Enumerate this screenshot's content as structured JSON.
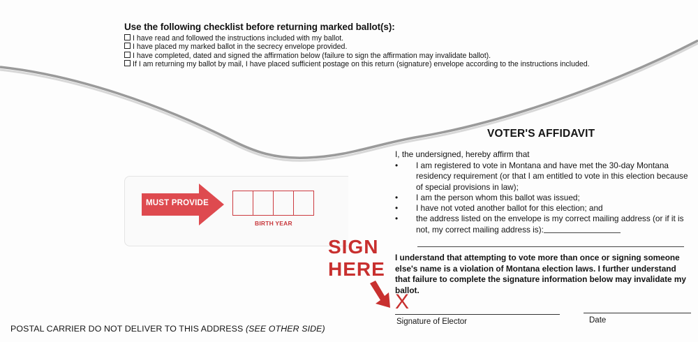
{
  "checklist": {
    "title": "Use the following checklist before returning marked ballot(s):",
    "items": [
      "I have read and followed the instructions included with my ballot.",
      "I have placed my marked ballot in the secrecy envelope provided.",
      "I have completed, dated and signed the affirmation below (failure to sign the affirmation may invalidate ballot).",
      "If I am returning my ballot by mail, I have placed sufficient postage on this return (signature) envelope according to the instructions included."
    ]
  },
  "affidavit": {
    "title": "VOTER'S AFFIDAVIT",
    "intro": "I, the undersigned, hereby affirm that",
    "bullet": "•",
    "items": [
      "I am registered to vote in Montana and have met the 30-day Montana residency requirement (or that I am entitled to vote in this election because of special provisions in law);",
      "I am the person whom this ballot was issued;",
      "I have not voted another ballot for this election; and",
      "the address listed on the envelope is my correct mailing address (or if it is not, my correct mailing address is):"
    ],
    "warning": "I understand  that attempting to vote more than once or signing someone else's name is a violation of Montana election laws. I  further understand that failure to complete the signature information below may invalidate my ballot."
  },
  "birth": {
    "must_provide": "MUST PROVIDE",
    "label": "BIRTH YEAR"
  },
  "sign_here": {
    "line1": "SIGN",
    "line2": "HERE"
  },
  "signature": {
    "x_mark": "X",
    "label": "Signature of Elector",
    "date_label": "Date"
  },
  "postal": {
    "text": "POSTAL CARRIER DO NOT DELIVER TO THIS ADDRESS",
    "note": "(SEE OTHER SIDE)"
  },
  "colors": {
    "accent_red": "#cc3b40",
    "text": "#141414"
  }
}
